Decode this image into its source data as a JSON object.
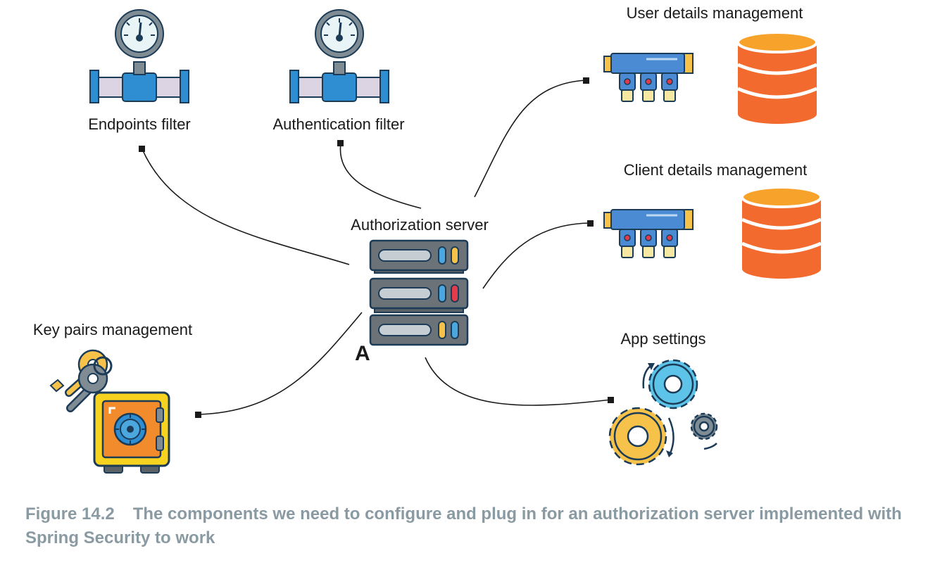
{
  "labels": {
    "endpoints_filter": "Endpoints filter",
    "authentication_filter": "Authentication filter",
    "user_details": "User details management",
    "client_details": "Client details management",
    "authorization_server": "Authorization server",
    "key_pairs": "Key pairs management",
    "app_settings": "App settings",
    "marker_a": "A"
  },
  "caption": {
    "number": "Figure 14.2",
    "text": "The components we need to configure and plug in for an authorization server implemented with Spring Security to work"
  },
  "icons": {
    "filter": "pressure-gauge-pipe-icon",
    "manifold": "pipe-manifold-icon",
    "database": "database-icon",
    "server": "server-rack-icon",
    "keys": "keys-icon",
    "safe": "safe-icon",
    "gears": "gears-icon"
  },
  "colors": {
    "caption": "#8a9aa3",
    "database": "#f26a2e",
    "server": "#6b7378",
    "gear_blue": "#5ec3e8",
    "gear_yellow": "#f6c24a",
    "safe": "#f7d21e",
    "pipe_blue": "#2f8ed2"
  }
}
